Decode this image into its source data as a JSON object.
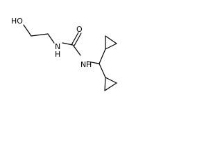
{
  "molecule": {
    "atoms": [
      {
        "id": "O1",
        "label": "HO"
      },
      {
        "id": "N1",
        "label": "N"
      },
      {
        "id": "H1",
        "label": "H"
      },
      {
        "id": "O2",
        "label": "O"
      },
      {
        "id": "N2",
        "label": "N"
      },
      {
        "id": "H2",
        "label": "H"
      }
    ]
  }
}
